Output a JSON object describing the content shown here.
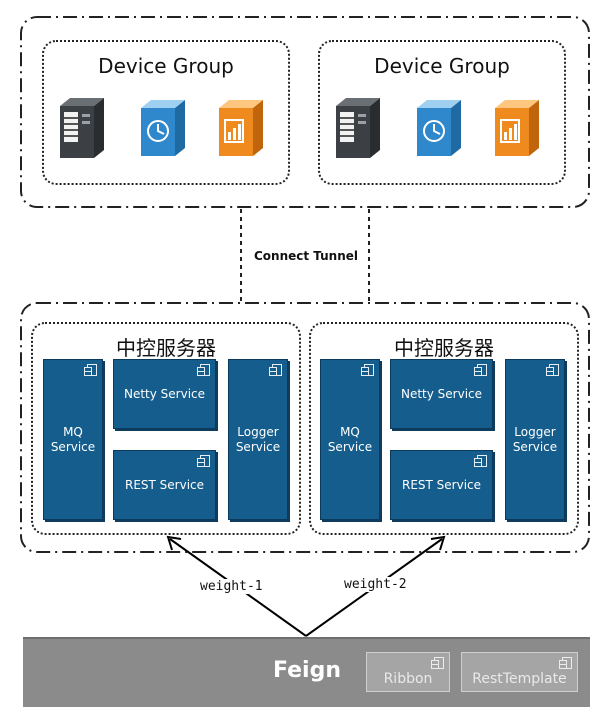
{
  "device_groups": [
    {
      "title": "Device Group",
      "icons": [
        "server-rack-icon",
        "clock-cube-icon",
        "chart-cube-icon"
      ]
    },
    {
      "title": "Device Group",
      "icons": [
        "server-rack-icon",
        "clock-cube-icon",
        "chart-cube-icon"
      ]
    }
  ],
  "tunnel": {
    "label": "Connect Tunnel"
  },
  "servers": [
    {
      "title": "中控服务器",
      "services": {
        "mq": "MQ\nService",
        "netty": "Netty Service",
        "rest": "REST Service",
        "logger": "Logger\nService"
      }
    },
    {
      "title": "中控服务器",
      "services": {
        "mq": "MQ\nService",
        "netty": "Netty Service",
        "rest": "REST Service",
        "logger": "Logger\nService"
      }
    }
  ],
  "weights": {
    "left": "weight-1",
    "right": "weight-2"
  },
  "feign": {
    "label": "Feign",
    "ribbon": "Ribbon",
    "rest_template": "RestTemplate"
  },
  "colors": {
    "service": "#155d8d",
    "feign_bar": "#8b8b8b",
    "device_dark": "#3c4044",
    "device_blue": "#2f88cc",
    "device_orange": "#ef8a1e"
  }
}
